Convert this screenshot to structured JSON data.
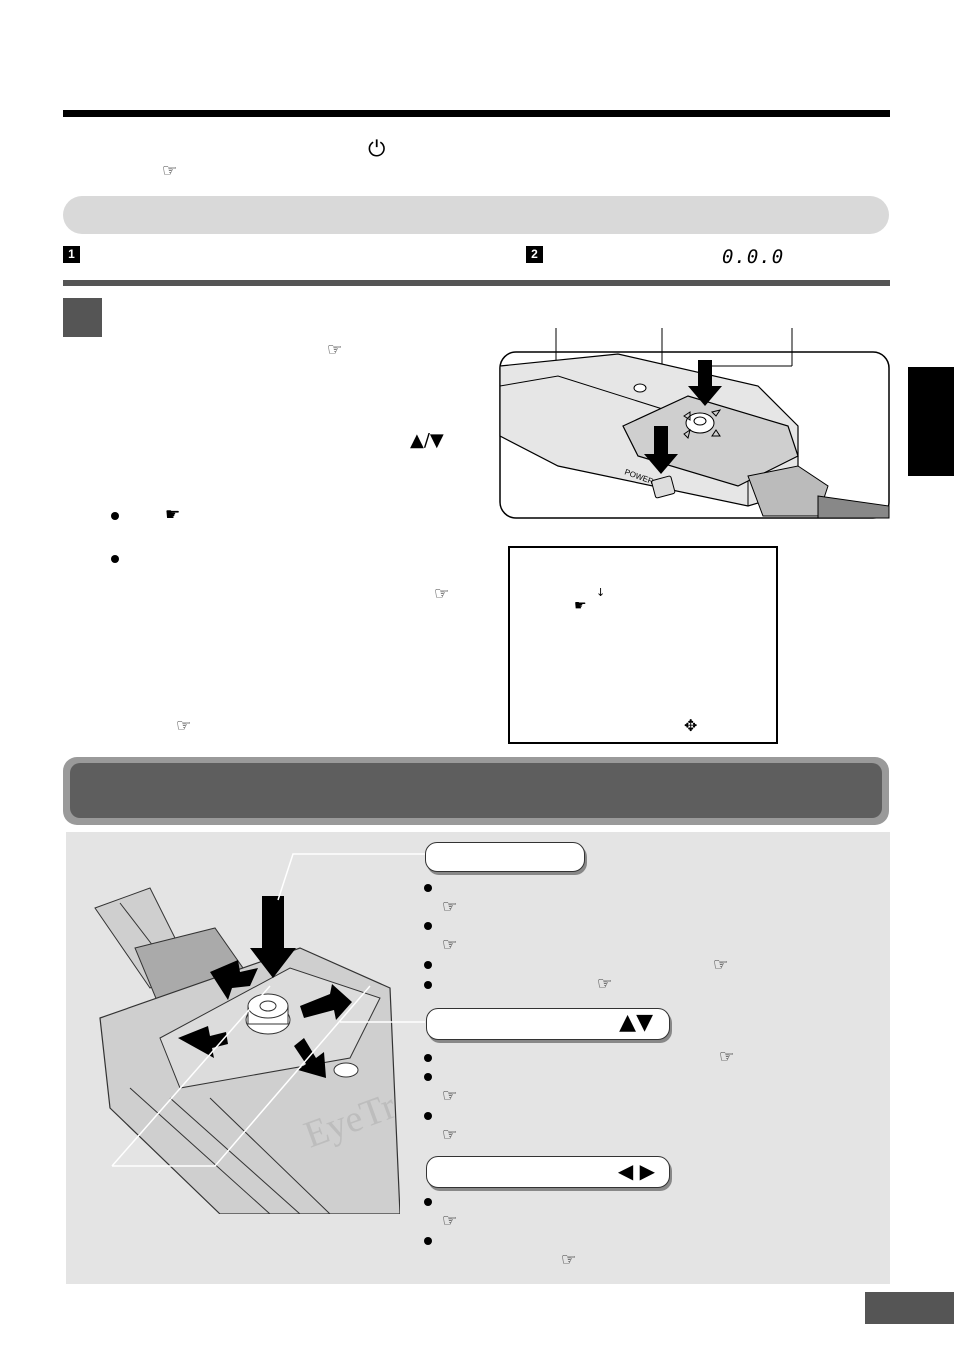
{
  "header": {
    "power_symbol": "⏻",
    "ref_icon": "☞"
  },
  "steps": [
    {
      "number": "1"
    },
    {
      "number": "2",
      "display_code": "0.0.0"
    }
  ],
  "left_column": {
    "arrows": "▲/▼",
    "pointer_icon": "☛",
    "ref_icon": "☞"
  },
  "remote_diagram": {
    "power_label": "POWER"
  },
  "osd_screen": {
    "down_arrow": "↓",
    "pointer_icon": "☛",
    "joystick_icon": "✥"
  },
  "section_banner": {
    "title": ""
  },
  "controls_panel": {
    "callout_press": {
      "label": ""
    },
    "callout_updown": {
      "arrows": "▲▼"
    },
    "callout_leftright": {
      "arrows": "◀ ▶"
    },
    "ref_icon": "☞",
    "watermark": "EyeTr"
  },
  "colors": {
    "accent_dark": "#555555",
    "panel_bg": "#e4e4e4",
    "pill_bg": "#d9d9d9"
  }
}
